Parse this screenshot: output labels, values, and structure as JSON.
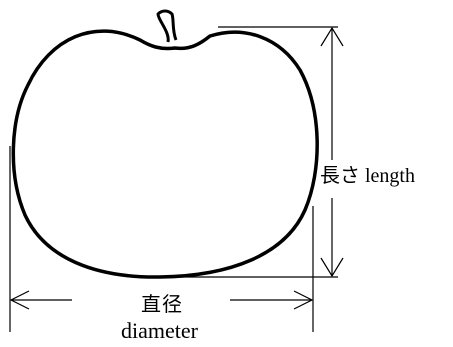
{
  "labels": {
    "length": "長さ length",
    "diameter_jp": "直径",
    "diameter_en": "diameter"
  }
}
